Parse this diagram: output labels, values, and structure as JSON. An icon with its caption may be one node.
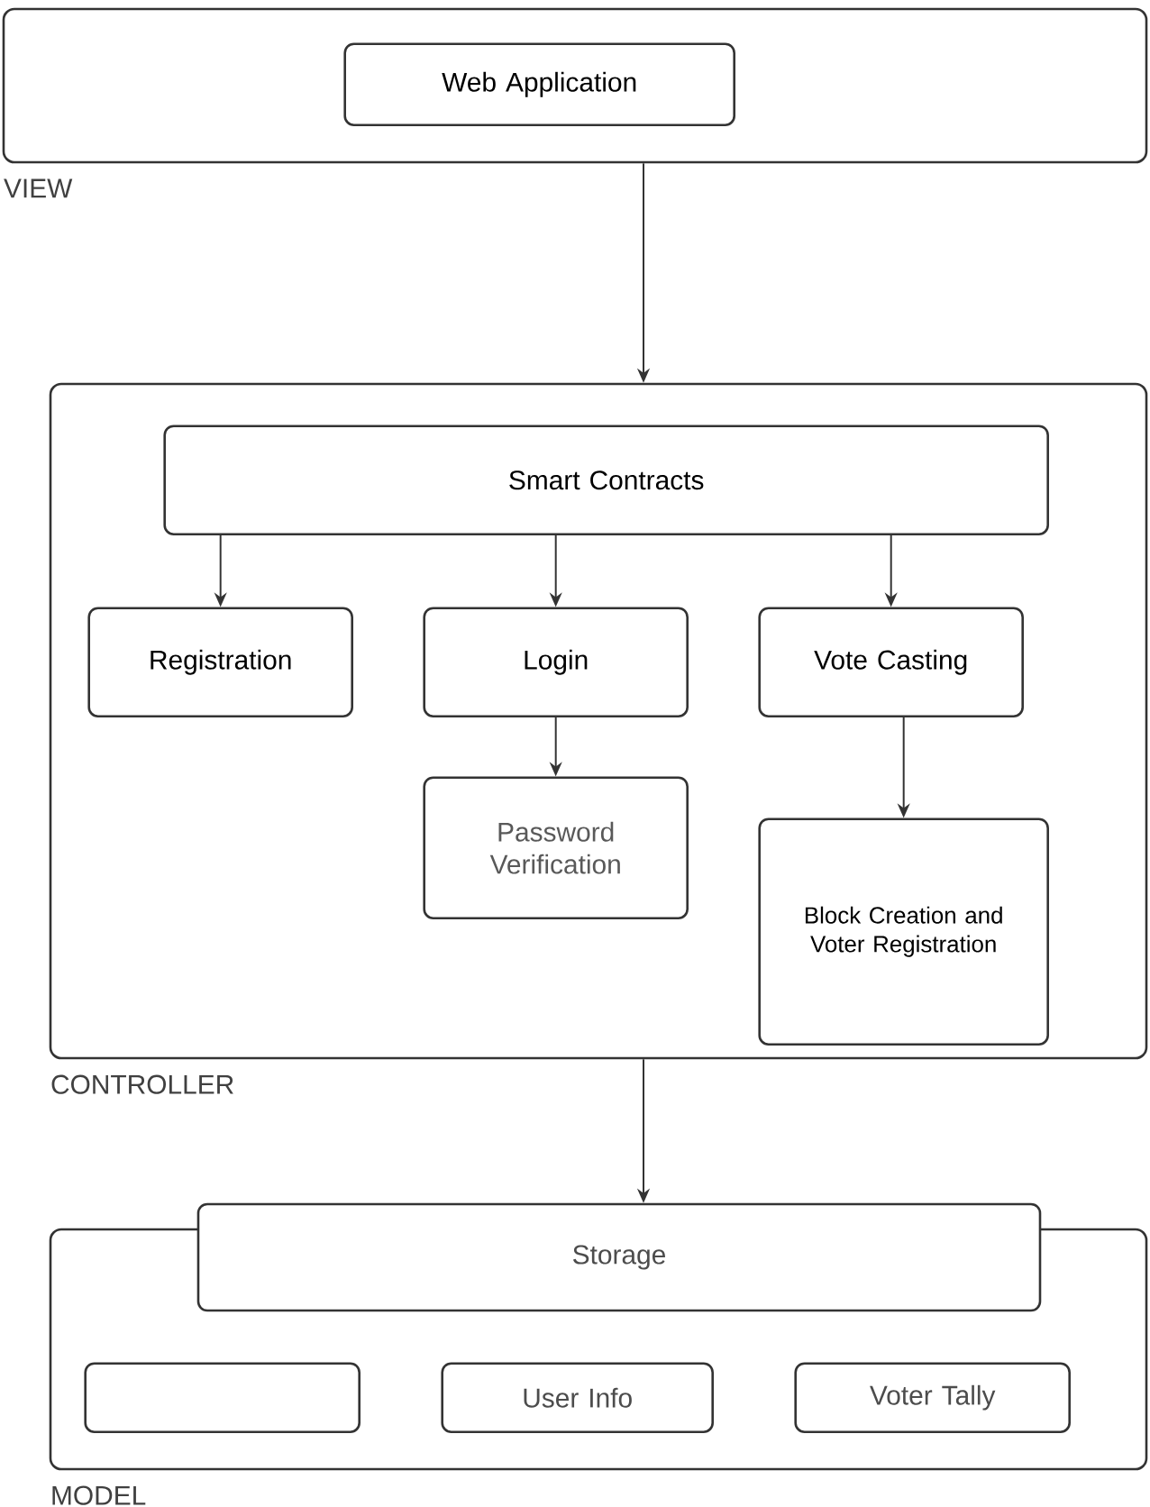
{
  "diagram": {
    "nodes": [
      {
        "text": [
          "VIEW"
        ]
      },
      {
        "text": [
          "Web Application"
        ],
        "in": 0
      },
      {
        "text": [
          "CONTROLLER"
        ]
      },
      {
        "text": [
          "Smart Contracts"
        ],
        "in": 2
      },
      {
        "text": [
          "Registration"
        ],
        "in": 2
      },
      {
        "text": [
          "Login"
        ],
        "in": 2
      },
      {
        "text": [
          "Vote Casting"
        ],
        "in": 2
      },
      {
        "text": [
          "Password Verification"
        ],
        "in": 2
      },
      {
        "text": [
          "Block Creation and Voter Registration"
        ],
        "in": 2
      },
      {
        "text": [
          "MODEL"
        ]
      },
      {
        "text": [
          "Storage"
        ]
      },
      {
        "text": [],
        "shape": "box",
        "in": 9
      },
      {
        "text": [
          "User Info"
        ],
        "in": 9
      },
      {
        "text": [
          "Voter Tally"
        ],
        "in": 9
      }
    ],
    "edges": [
      {
        "from": 0,
        "to": 2,
        "arrow": "to"
      },
      {
        "from": 3,
        "to": 4,
        "arrow": "to"
      },
      {
        "from": 3,
        "to": 5,
        "arrow": "to"
      },
      {
        "from": 3,
        "to": 6,
        "arrow": "to"
      },
      {
        "from": 5,
        "to": 7,
        "arrow": "to"
      },
      {
        "from": 6,
        "to": 8,
        "arrow": "to"
      },
      {
        "from": 2,
        "to": 10,
        "arrow": "to"
      }
    ]
  }
}
